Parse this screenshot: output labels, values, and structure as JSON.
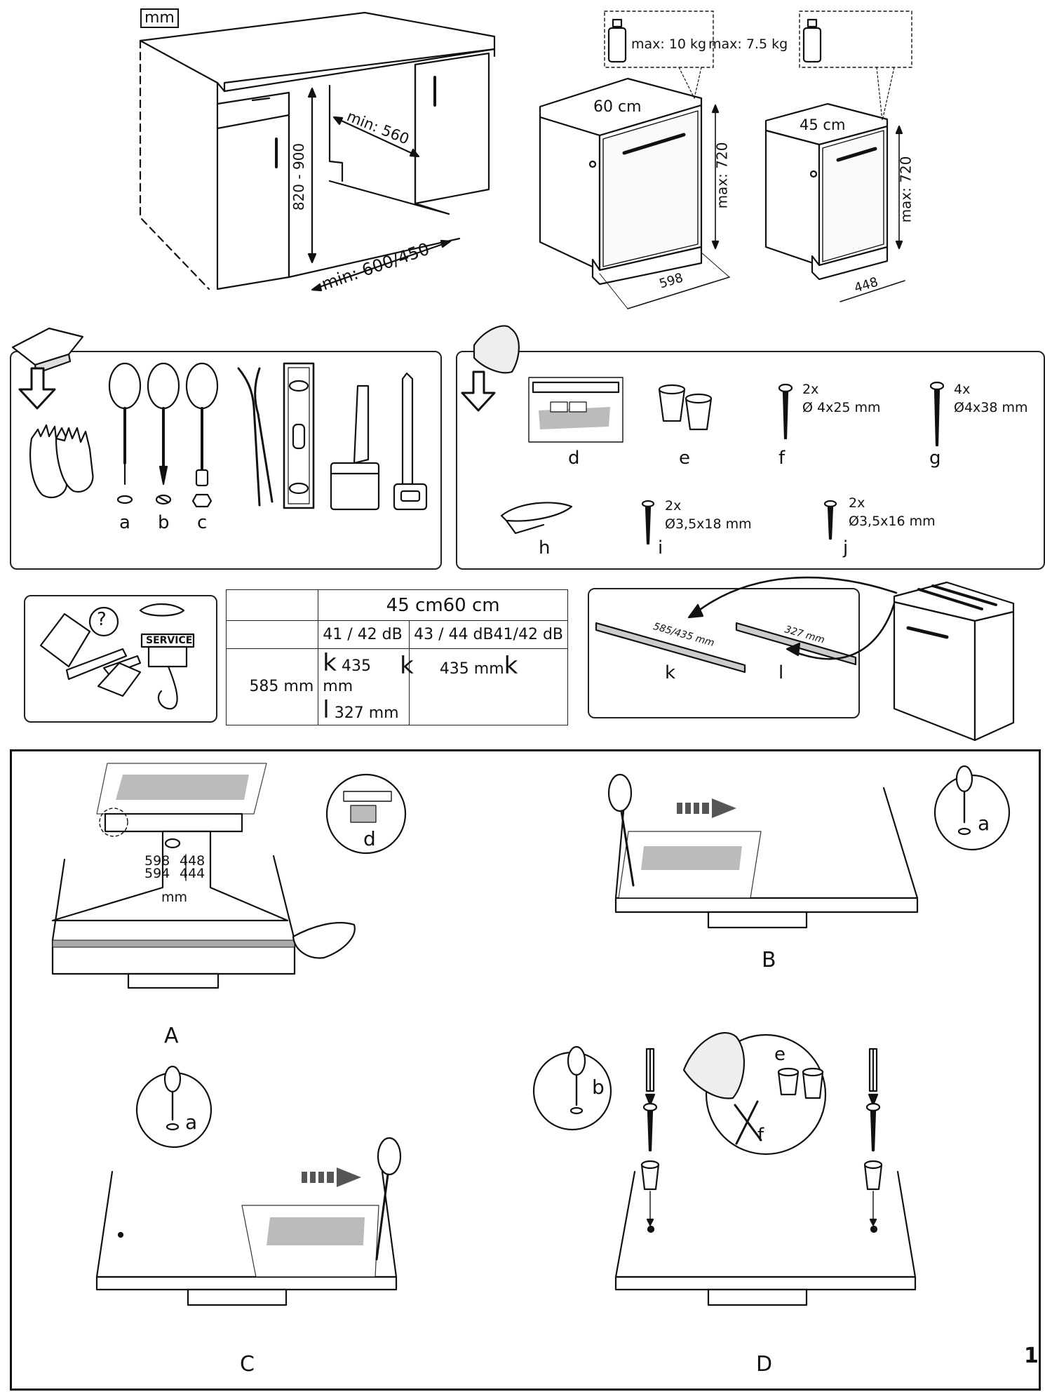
{
  "section_top": {
    "unit_label": "mm",
    "cabinet": {
      "height_range": "820 - 900",
      "depth_min": "min: 560",
      "width_min": "min: 600/450"
    },
    "dishwasher_60": {
      "width_label": "60 cm",
      "height_max": "max: 720",
      "width_mm": "598",
      "weight_max": "max: 10 kg"
    },
    "dishwasher_45": {
      "width_label": "45 cm",
      "height_max": "max: 720",
      "width_mm": "448",
      "weight_max": "max: 7.5 kg"
    }
  },
  "tools": {
    "labels": [
      "a",
      "b",
      "c"
    ]
  },
  "parts": {
    "items": [
      {
        "letter": "d",
        "qty": "",
        "size": ""
      },
      {
        "letter": "e",
        "qty": "",
        "size": ""
      },
      {
        "letter": "f",
        "qty": "2x",
        "size": "Ø 4x25 mm"
      },
      {
        "letter": "g",
        "qty": "4x",
        "size": "Ø4x38 mm"
      },
      {
        "letter": "h",
        "qty": "",
        "size": ""
      },
      {
        "letter": "i",
        "qty": "2x",
        "size": "Ø3,5x18 mm"
      },
      {
        "letter": "j",
        "qty": "2x",
        "size": "Ø3,5x16 mm"
      }
    ]
  },
  "service": {
    "question_mark": "?",
    "service_label": "SERVICE"
  },
  "noise_table": {
    "header": "45 cm60 cm",
    "db_a": "41 / 42 dB",
    "db_b": "43 / 44 dB41/42 dB",
    "row_label": "585 mm",
    "c1_k": "k",
    "c1_k_size": "435 mm",
    "c1_l": "l",
    "c1_l_size": "327 mm",
    "c2_k_mid": "k",
    "c2_k_size": "435 mm",
    "c2_k_end": "k"
  },
  "strips": {
    "k_dim": "585/435 mm",
    "l_dim": "327 mm",
    "k_label": "k",
    "l_label": "l"
  },
  "steps": {
    "A": {
      "label": "A",
      "left_top": "598",
      "left_bottom": "594",
      "right_top": "448",
      "right_bottom": "444",
      "unit": "mm",
      "detail": "d"
    },
    "B": {
      "label": "B",
      "tool": "a"
    },
    "C": {
      "label": "C",
      "tool": "a"
    },
    "D": {
      "label": "D",
      "tool": "b",
      "part_e": "e",
      "part_f": "f"
    },
    "page_number": "1"
  }
}
